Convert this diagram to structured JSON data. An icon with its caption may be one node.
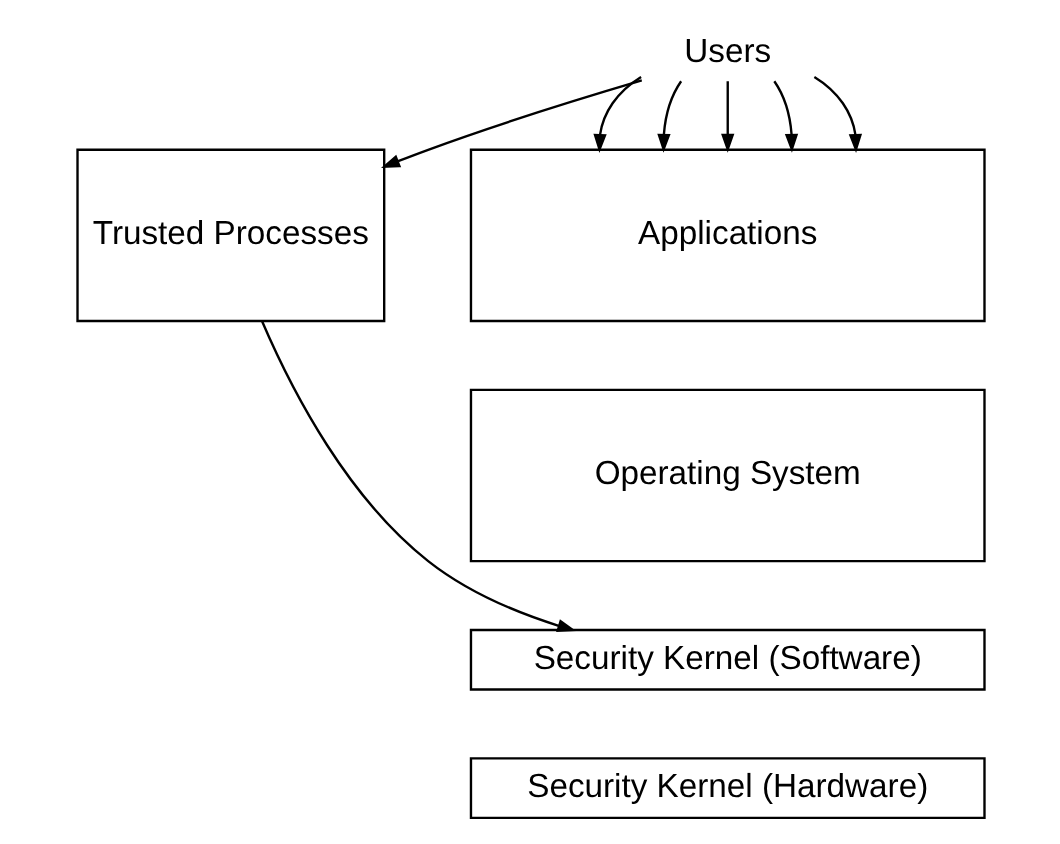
{
  "diagram": {
    "nodes": [
      {
        "text": [
          "Users"
        ]
      },
      {
        "text": [
          "Trusted Processes"
        ]
      },
      {
        "text": [
          "Applications"
        ]
      },
      {
        "text": [
          "Operating System"
        ]
      },
      {
        "text": [
          "Security Kernel (Software)"
        ]
      },
      {
        "text": [
          "Security Kernel (Hardware)"
        ]
      }
    ],
    "edges": [
      {
        "from": 0,
        "to": 1,
        "arrow": "to"
      },
      {
        "from": 0,
        "to": 2,
        "arrow": "to"
      },
      {
        "from": 0,
        "to": 2,
        "arrow": "to"
      },
      {
        "from": 0,
        "to": 2,
        "arrow": "to"
      },
      {
        "from": 0,
        "to": 2,
        "arrow": "to"
      },
      {
        "from": 0,
        "to": 2,
        "arrow": "to"
      },
      {
        "from": 1,
        "to": 4,
        "arrow": "to"
      }
    ]
  }
}
